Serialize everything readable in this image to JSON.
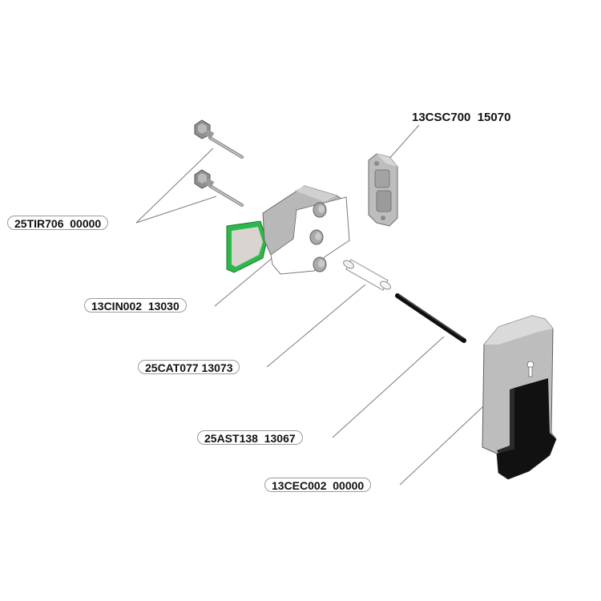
{
  "parts": [
    {
      "id": "lock-plate",
      "code": "13CSC700  15070"
    },
    {
      "id": "screws",
      "code": "25TIR706  00000"
    },
    {
      "id": "latch-body",
      "code": "13CIN002  13030"
    },
    {
      "id": "plastic-pin",
      "code": "25CAT077 13073"
    },
    {
      "id": "steel-rod",
      "code": "25AST138  13067"
    },
    {
      "id": "handle-cover",
      "code": "13CEC002  00000"
    }
  ],
  "colors": {
    "body_grey": "#bdbdbd",
    "body_light": "#d6d6d6",
    "white_part": "#ffffff",
    "accent_green": "#2db84a",
    "black_part": "#0f0f0f",
    "leader_line": "#7a7a7a"
  }
}
